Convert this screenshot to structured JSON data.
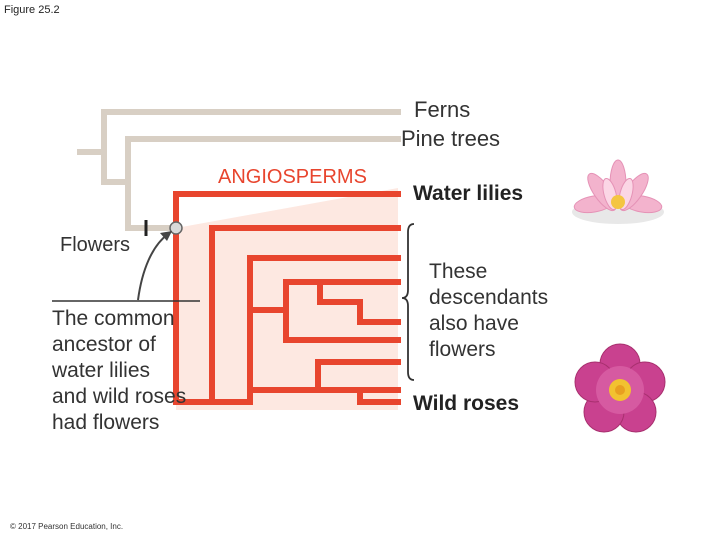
{
  "figure_label": "Figure 25.2",
  "taxa": {
    "ferns": "Ferns",
    "pine_trees": "Pine trees",
    "water_lilies": "Water lilies",
    "wild_roses": "Wild roses"
  },
  "clade_label": "ANGIOSPERMS",
  "trait_label": "Flowers",
  "ancestor_caption": [
    "The common",
    "ancestor of",
    "water lilies",
    "and wild roses",
    "had flowers"
  ],
  "descendants_caption": [
    "These",
    "descendants",
    "also have",
    "flowers"
  ],
  "copyright": "© 2017 Pearson Education, Inc.",
  "colors": {
    "basal_branch": "#d8cfc4",
    "angiosperm_branch": "#e8452e",
    "clade_fill": "#fde8e1",
    "clade_label": "#e8452e"
  },
  "icons": [
    "water-lily-flower-icon",
    "wild-rose-flower-icon"
  ]
}
